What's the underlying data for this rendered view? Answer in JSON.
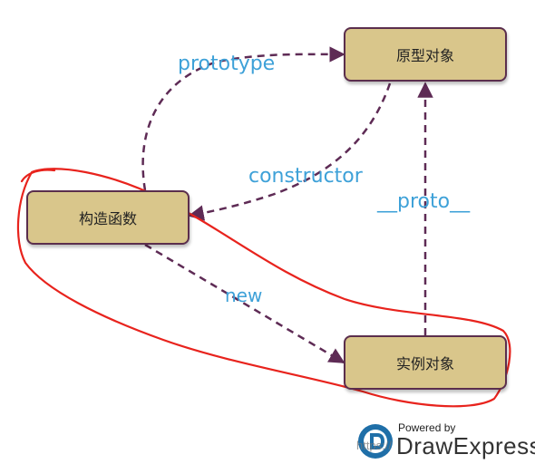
{
  "colors": {
    "node_fill": "#d9c68b",
    "node_border": "#5b2e4d",
    "edge": "#5e2b55",
    "label": "#3ea1d8",
    "highlight": "#e8231d"
  },
  "nodes": {
    "prototype": "原型对象",
    "constructor": "构造函数",
    "instance": "实例对象"
  },
  "edges": {
    "prototype": "prototype",
    "constructor": "constructor",
    "proto": "__proto__",
    "new": "new"
  },
  "watermark": {
    "powered_by": "Powered by",
    "brand": "DrawExpress",
    "url": "https://"
  }
}
